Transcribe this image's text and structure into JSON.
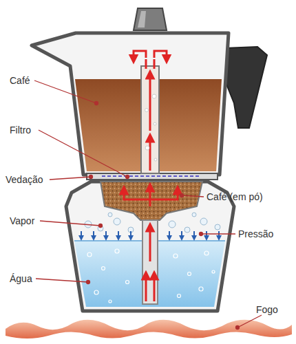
{
  "diagram": {
    "labels": [
      "Café",
      "Filtro",
      "Vedação",
      "Vapor",
      "Água",
      "Café (em pó)",
      "Pressão",
      "Fogo"
    ]
  }
}
